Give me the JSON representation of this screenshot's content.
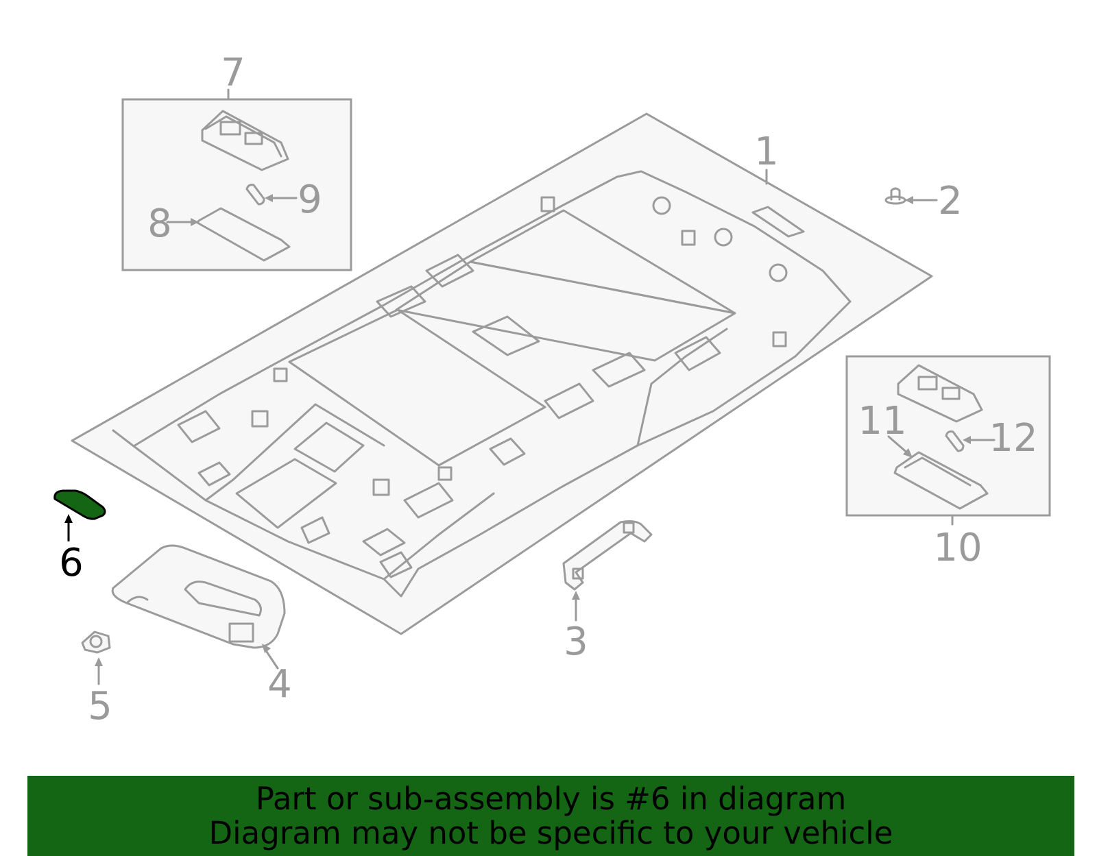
{
  "callouts": {
    "c1": "1",
    "c2": "2",
    "c3": "3",
    "c4": "4",
    "c5": "5",
    "c6": "6",
    "c7": "7",
    "c8": "8",
    "c9": "9",
    "c10": "10",
    "c11": "11",
    "c12": "12"
  },
  "highlight": {
    "part": "6",
    "color": "#146614"
  },
  "banner": {
    "line1": "Part or sub-assembly is #6 in diagram",
    "line2": "Diagram may not be specific to your vehicle",
    "background": "#146614"
  }
}
